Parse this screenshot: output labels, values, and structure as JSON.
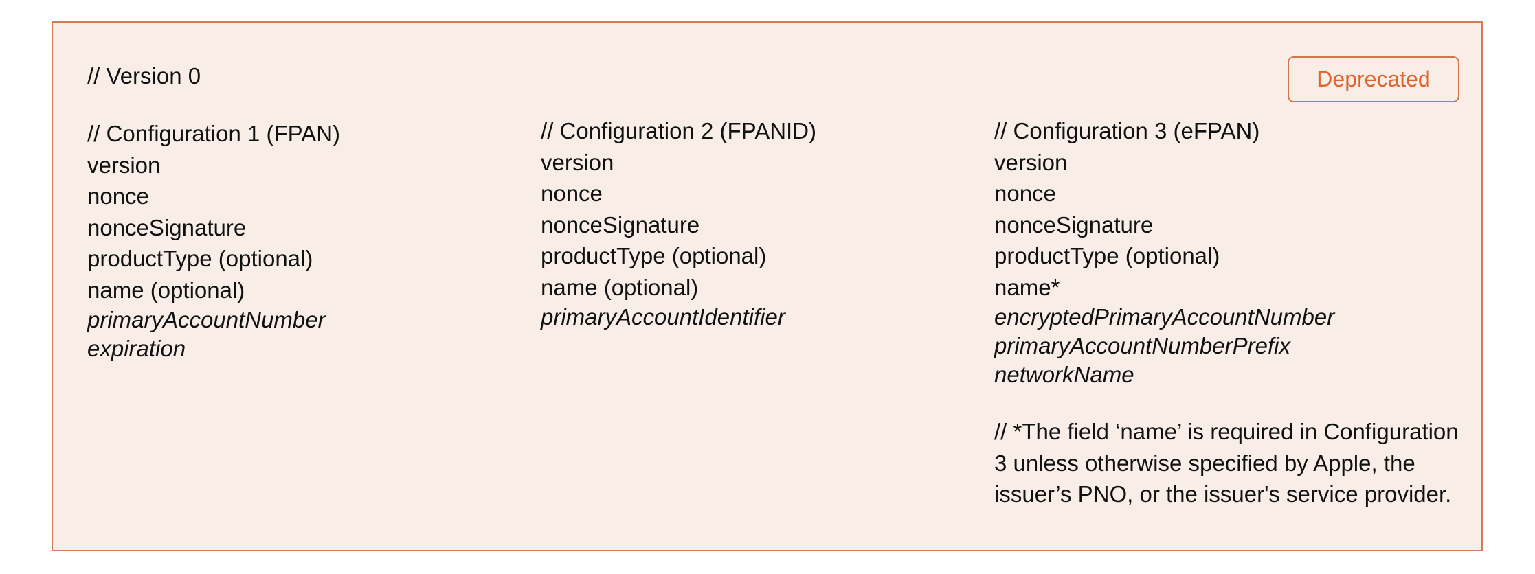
{
  "version_comment": "// Version 0",
  "badge": "Deprecated",
  "columns": [
    {
      "heading": "// Configuration 1 (FPAN)",
      "fields": [
        "version",
        "nonce",
        "nonceSignature",
        "productType (optional)",
        "name (optional)"
      ],
      "italic_fields": [
        "primaryAccountNumber",
        "expiration"
      ]
    },
    {
      "heading": "// Configuration 2 (FPANID)",
      "fields": [
        "version",
        "nonce",
        "nonceSignature",
        "productType (optional)",
        "name (optional)"
      ],
      "italic_fields": [
        "primaryAccountIdentifier"
      ]
    },
    {
      "heading": "// Configuration 3 (eFPAN)",
      "fields": [
        "version",
        "nonce",
        "nonceSignature",
        "productType (optional)",
        "name*"
      ],
      "italic_fields": [
        "encryptedPrimaryAccountNumber",
        "primaryAccountNumberPrefix",
        "networkName"
      ]
    }
  ],
  "note": "// *The field ‘name’ is required in Configuration 3 unless otherwise specified by Apple, the issuer’s PNO, or the issuer's service provider.",
  "colors": {
    "panel_background": "#f8ede7",
    "panel_border": "#d27d55",
    "badge_accent": "#e0622e"
  }
}
